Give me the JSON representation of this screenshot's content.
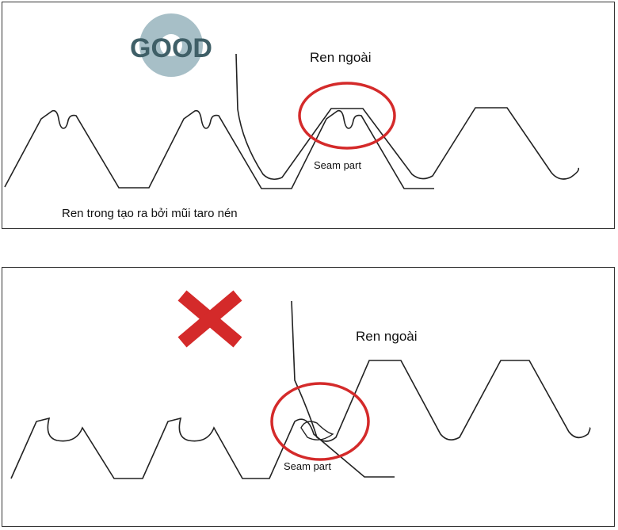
{
  "good_panel": {
    "badge_text": "GOOD",
    "badge_colors": {
      "ring": "#a7bfc7",
      "text": "#3f5f67"
    },
    "external_thread_label": "Ren ngoài",
    "seam_label": "Seam part",
    "internal_thread_label": "Ren trong tạo ra bởi mũi taro nén",
    "circle_color": "#d42a2a"
  },
  "bad_panel": {
    "mark_icon": "cross-mark-icon",
    "mark_color": "#d42a2a",
    "external_thread_label": "Ren ngoài",
    "seam_label": "Seam part",
    "circle_color": "#d42a2a"
  }
}
